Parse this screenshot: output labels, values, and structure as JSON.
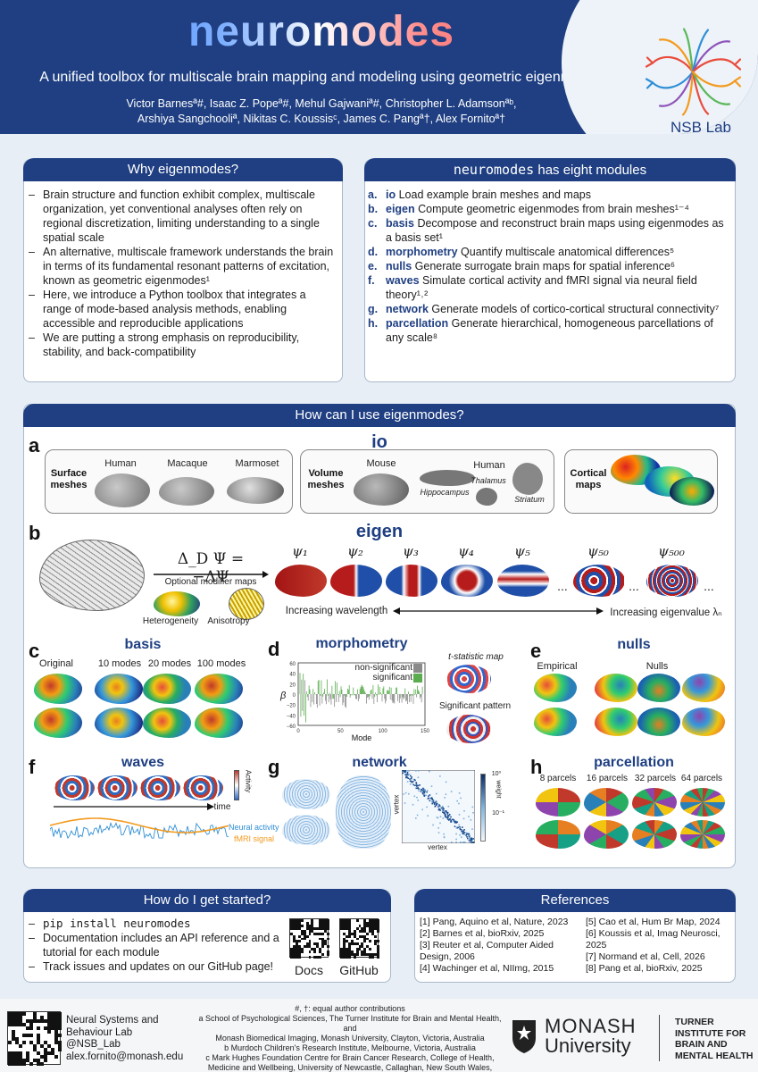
{
  "header": {
    "title": "neuromodes",
    "subtitle": "A unified toolbox for multiscale brain mapping and modeling using geometric eigenmodes",
    "authors_line1": "Victor Barnesª#, Isaac Z. Popeª#, Mehul Gajwaniª#, Christopher L. Adamsonªᵇ,",
    "authors_line2": "Arshiya Sangchooliª, Nikitas C. Koussisᶜ, James C. Pangª†, Alex Fornitoª†",
    "lab_logo_text": "NSB Lab"
  },
  "why": {
    "heading": "Why eigenmodes?",
    "bullets": [
      "Brain structure and function exhibit complex, multiscale organization, yet conventional analyses often rely on regional discretization, limiting understanding to a single spatial scale",
      "An alternative, multiscale framework understands the brain in terms of its fundamental resonant patterns of excitation, known as geometric eigenmodes¹",
      "Here, we introduce a Python toolbox that integrates a range of mode-based analysis methods, enabling accessible and reproducible applications",
      "We are putting a strong emphasis on reproducibility, stability, and back-compatibility"
    ]
  },
  "modules": {
    "heading_code": "neuromodes",
    "heading_rest": " has eight modules",
    "items": [
      {
        "letter": "a.",
        "name": "io",
        "text": " Load example brain meshes and maps"
      },
      {
        "letter": "b.",
        "name": "eigen",
        "text": " Compute geometric eigenmodes from brain meshes¹⁻⁴"
      },
      {
        "letter": "c.",
        "name": "basis",
        "text": " Decompose and reconstruct brain maps using eigenmodes as a basis set¹"
      },
      {
        "letter": "d.",
        "name": "morphometry",
        "text": " Quantify multiscale anatomical differences⁵"
      },
      {
        "letter": "e.",
        "name": "nulls",
        "text": " Generate surrogate brain maps for spatial inference⁶"
      },
      {
        "letter": "f.",
        "name": "waves",
        "text": " Simulate cortical activity and fMRI signal via neural field theory¹˒²"
      },
      {
        "letter": "g.",
        "name": "network",
        "text": " Generate models of cortico-cortical structural connectivity⁷"
      },
      {
        "letter": "h.",
        "name": "parcellation",
        "text": " Generate hierarchical, homogeneous parcellations of any scale⁸"
      }
    ]
  },
  "usage": {
    "heading": "How can I use eigenmodes?",
    "a": {
      "label": "a",
      "module": "io",
      "surface": "Surface meshes",
      "human": "Human",
      "macaque": "Macaque",
      "marmoset": "Marmoset",
      "volume": "Volume meshes",
      "mouse": "Mouse",
      "human2": "Human",
      "hippocampus": "Hippocampus",
      "thalamus": "Thalamus",
      "striatum": "Striatum",
      "cortical": "Cortical maps"
    },
    "b": {
      "label": "b",
      "module": "eigen",
      "equation": "Δ_D Ψ = −ΛΨ",
      "modifier": "Optional modifier maps",
      "heterogeneity": "Heterogeneity",
      "anisotropy": "Anisotropy",
      "modes": [
        "ψ₁",
        "ψ₂",
        "ψ₃",
        "ψ₄",
        "ψ₅",
        "ψ₅₀",
        "ψ₅₀₀"
      ],
      "ellipsis": "...",
      "left_axis": "Increasing wavelength",
      "right_axis": "Increasing eigenvalue λₙ"
    },
    "c": {
      "label": "c",
      "module": "basis",
      "cols": [
        "Original",
        "10 modes",
        "20 modes",
        "100 modes"
      ]
    },
    "d": {
      "label": "d",
      "module": "morphometry",
      "ylabel": "β",
      "xlabel": "Mode",
      "legend_ns": "non-significant",
      "legend_s": "significant",
      "tstat": "t-statistic map",
      "sigpattern": "Significant pattern",
      "yticks": [
        "60",
        "40",
        "20",
        "0",
        "−20",
        "−40",
        "−60"
      ],
      "xticks": [
        "0",
        "50",
        "100",
        "150"
      ]
    },
    "e": {
      "label": "e",
      "module": "nulls",
      "empirical": "Empirical",
      "nulls": "Nulls"
    },
    "f": {
      "label": "f",
      "module": "waves",
      "activity": "Activity",
      "time": "time",
      "neural": "Neural activity",
      "fmri": "fMRI signal"
    },
    "g": {
      "label": "g",
      "module": "network",
      "vertex_x": "vertex",
      "vertex_y": "vertex",
      "weight": "weight",
      "cb_top": "10⁰",
      "cb_bot": "10⁻¹"
    },
    "h": {
      "label": "h",
      "module": "parcellation",
      "cols": [
        "8 parcels",
        "16 parcels",
        "32 parcels",
        "64 parcels"
      ]
    }
  },
  "started": {
    "heading": "How do I get started?",
    "items": [
      {
        "code": "pip install neuromodes",
        "text": ""
      },
      {
        "code": "",
        "text": "Documentation includes an API reference and a tutorial for each module"
      },
      {
        "code": "",
        "text": "Track issues and updates on our GitHub page!"
      }
    ],
    "docs": "Docs",
    "github": "GitHub"
  },
  "refs": {
    "heading": "References",
    "left": [
      "[1] Pang, Aquino et al, Nature, 2023",
      "[2] Barnes et al, bioRxiv, 2025",
      "[3] Reuter et al, Computer Aided Design, 2006",
      "[4] Wachinger et al, NIImg, 2015"
    ],
    "right": [
      "[5] Cao et al, Hum Br Map, 2024",
      "[6] Koussis et al, Imag Neurosci, 2025",
      "[7] Normand et al, Cell, 2026",
      "[8] Pang et al, bioRxiv, 2025"
    ]
  },
  "footer": {
    "lab1": "Neural Systems and",
    "lab2": "Behaviour Lab",
    "handle": "@NSB_Lab",
    "email": "alex.fornito@monash.edu",
    "affil": [
      "#, †: equal author contributions",
      "a School of Psychological Sciences, The Turner Institute for Brain and Mental Health, and",
      "Monash Biomedical Imaging, Monash University, Clayton, Victoria, Australia",
      "b Murdoch Children's Research Institute, Melbourne, Victoria, Australia",
      "c Mark Hughes Foundation Centre for Brain Cancer Research, College of Health,",
      "Medicine and Wellbeing, University of Newcastle, Callaghan, New South Wales, Australia"
    ],
    "monash1": "MONASH",
    "monash2": "University",
    "turner": [
      "TURNER",
      "INSTITUTE FOR",
      "BRAIN AND",
      "MENTAL HEALTH"
    ]
  },
  "colors": {
    "navy": "#1f3f82",
    "background": "#e7eef6",
    "orange": "#f39a1e",
    "blue_signal": "#2f8fd6"
  }
}
